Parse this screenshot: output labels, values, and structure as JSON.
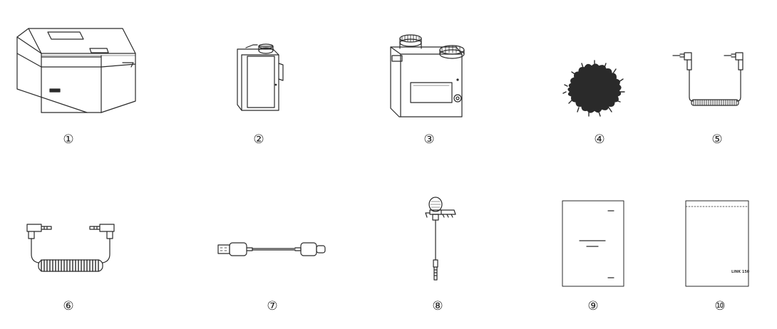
{
  "items": [
    {
      "number": "①",
      "icon": "charging-case-icon"
    },
    {
      "number": "②",
      "icon": "transmitter-icon"
    },
    {
      "number": "③",
      "icon": "receiver-icon"
    },
    {
      "number": "④",
      "icon": "windscreen-furry-icon"
    },
    {
      "number": "⑤",
      "icon": "trs-coiled-cable-icon"
    },
    {
      "number": "⑥",
      "icon": "trrs-coiled-cable-icon"
    },
    {
      "number": "⑦",
      "icon": "usb-cable-icon"
    },
    {
      "number": "⑧",
      "icon": "lavalier-microphone-icon"
    },
    {
      "number": "⑨",
      "icon": "manual-icon"
    },
    {
      "number": "⑩",
      "icon": "pouch-icon"
    }
  ],
  "pouch_label": "LINK 150"
}
